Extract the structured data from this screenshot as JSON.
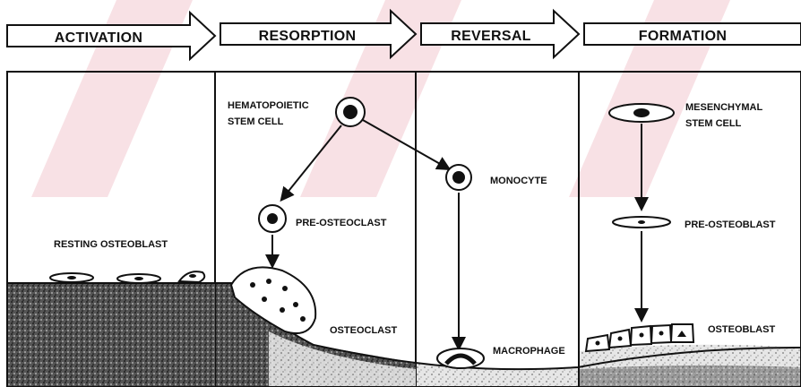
{
  "phases": [
    {
      "id": "activation",
      "label": "ACTIVATION"
    },
    {
      "id": "resorption",
      "label": "RESORPTION"
    },
    {
      "id": "reversal",
      "label": "REVERSAL"
    },
    {
      "id": "formation",
      "label": "FORMATION"
    }
  ],
  "cells": {
    "resting_osteoblast": "RESTING OSTEOBLAST",
    "hematopoietic_line1": "HEMATOPOIETIC",
    "hematopoietic_line2": "STEM CELL",
    "pre_osteoclast": "PRE-OSTEOCLAST",
    "osteoclast": "OSTEOCLAST",
    "monocyte": "MONOCYTE",
    "macrophage": "MACROPHAGE",
    "mesenchymal_line1": "MESENCHYMAL",
    "mesenchymal_line2": "STEM CELL",
    "pre_osteoblast": "PRE-OSTEOBLAST",
    "osteoblast": "OSTEOBLAST"
  },
  "colors": {
    "line": "#111111",
    "bone_dark": "#3a3a3a",
    "bone_light": "#d8d8d8",
    "watermark": "#f3c9cf"
  }
}
